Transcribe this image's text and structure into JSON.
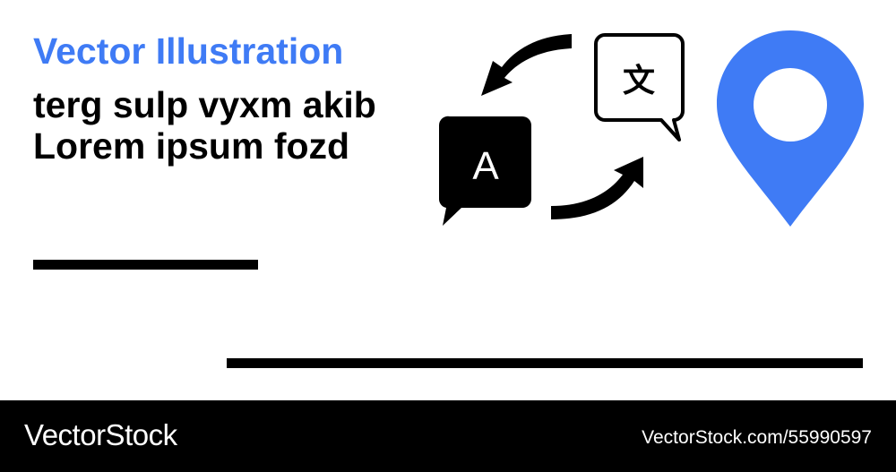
{
  "heading": "Vector Illustration",
  "body_text": "terg sulp vyxm akib Lorem ipsum fozd",
  "icons": {
    "bubble_left_letter": "A",
    "bubble_right_letter": "文",
    "pin_color": "#3f7bf5"
  },
  "footer": {
    "brand": "VectorStock",
    "url": "VectorStock.com/55990597"
  }
}
